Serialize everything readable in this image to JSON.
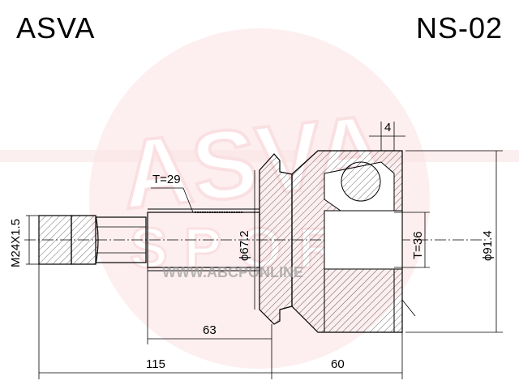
{
  "header": {
    "brand": "ASVA",
    "part_number": "NS-02"
  },
  "watermark": {
    "logo_text": "ASVA",
    "logo_subtext": "SPORT",
    "url": "WWW.ABCPONLINE",
    "color": "#e8737b"
  },
  "dimensions": {
    "thread": "M24X1.5",
    "shaft_teeth": "T=29",
    "boot_diameter": "ϕ67.2",
    "hub_teeth": "T=36",
    "outer_diameter": "ϕ91.4",
    "flange_width": "4",
    "stem_length": "63",
    "left_length": "115",
    "body_length": "60"
  },
  "colors": {
    "line": "#000000",
    "background": "#ffffff"
  }
}
